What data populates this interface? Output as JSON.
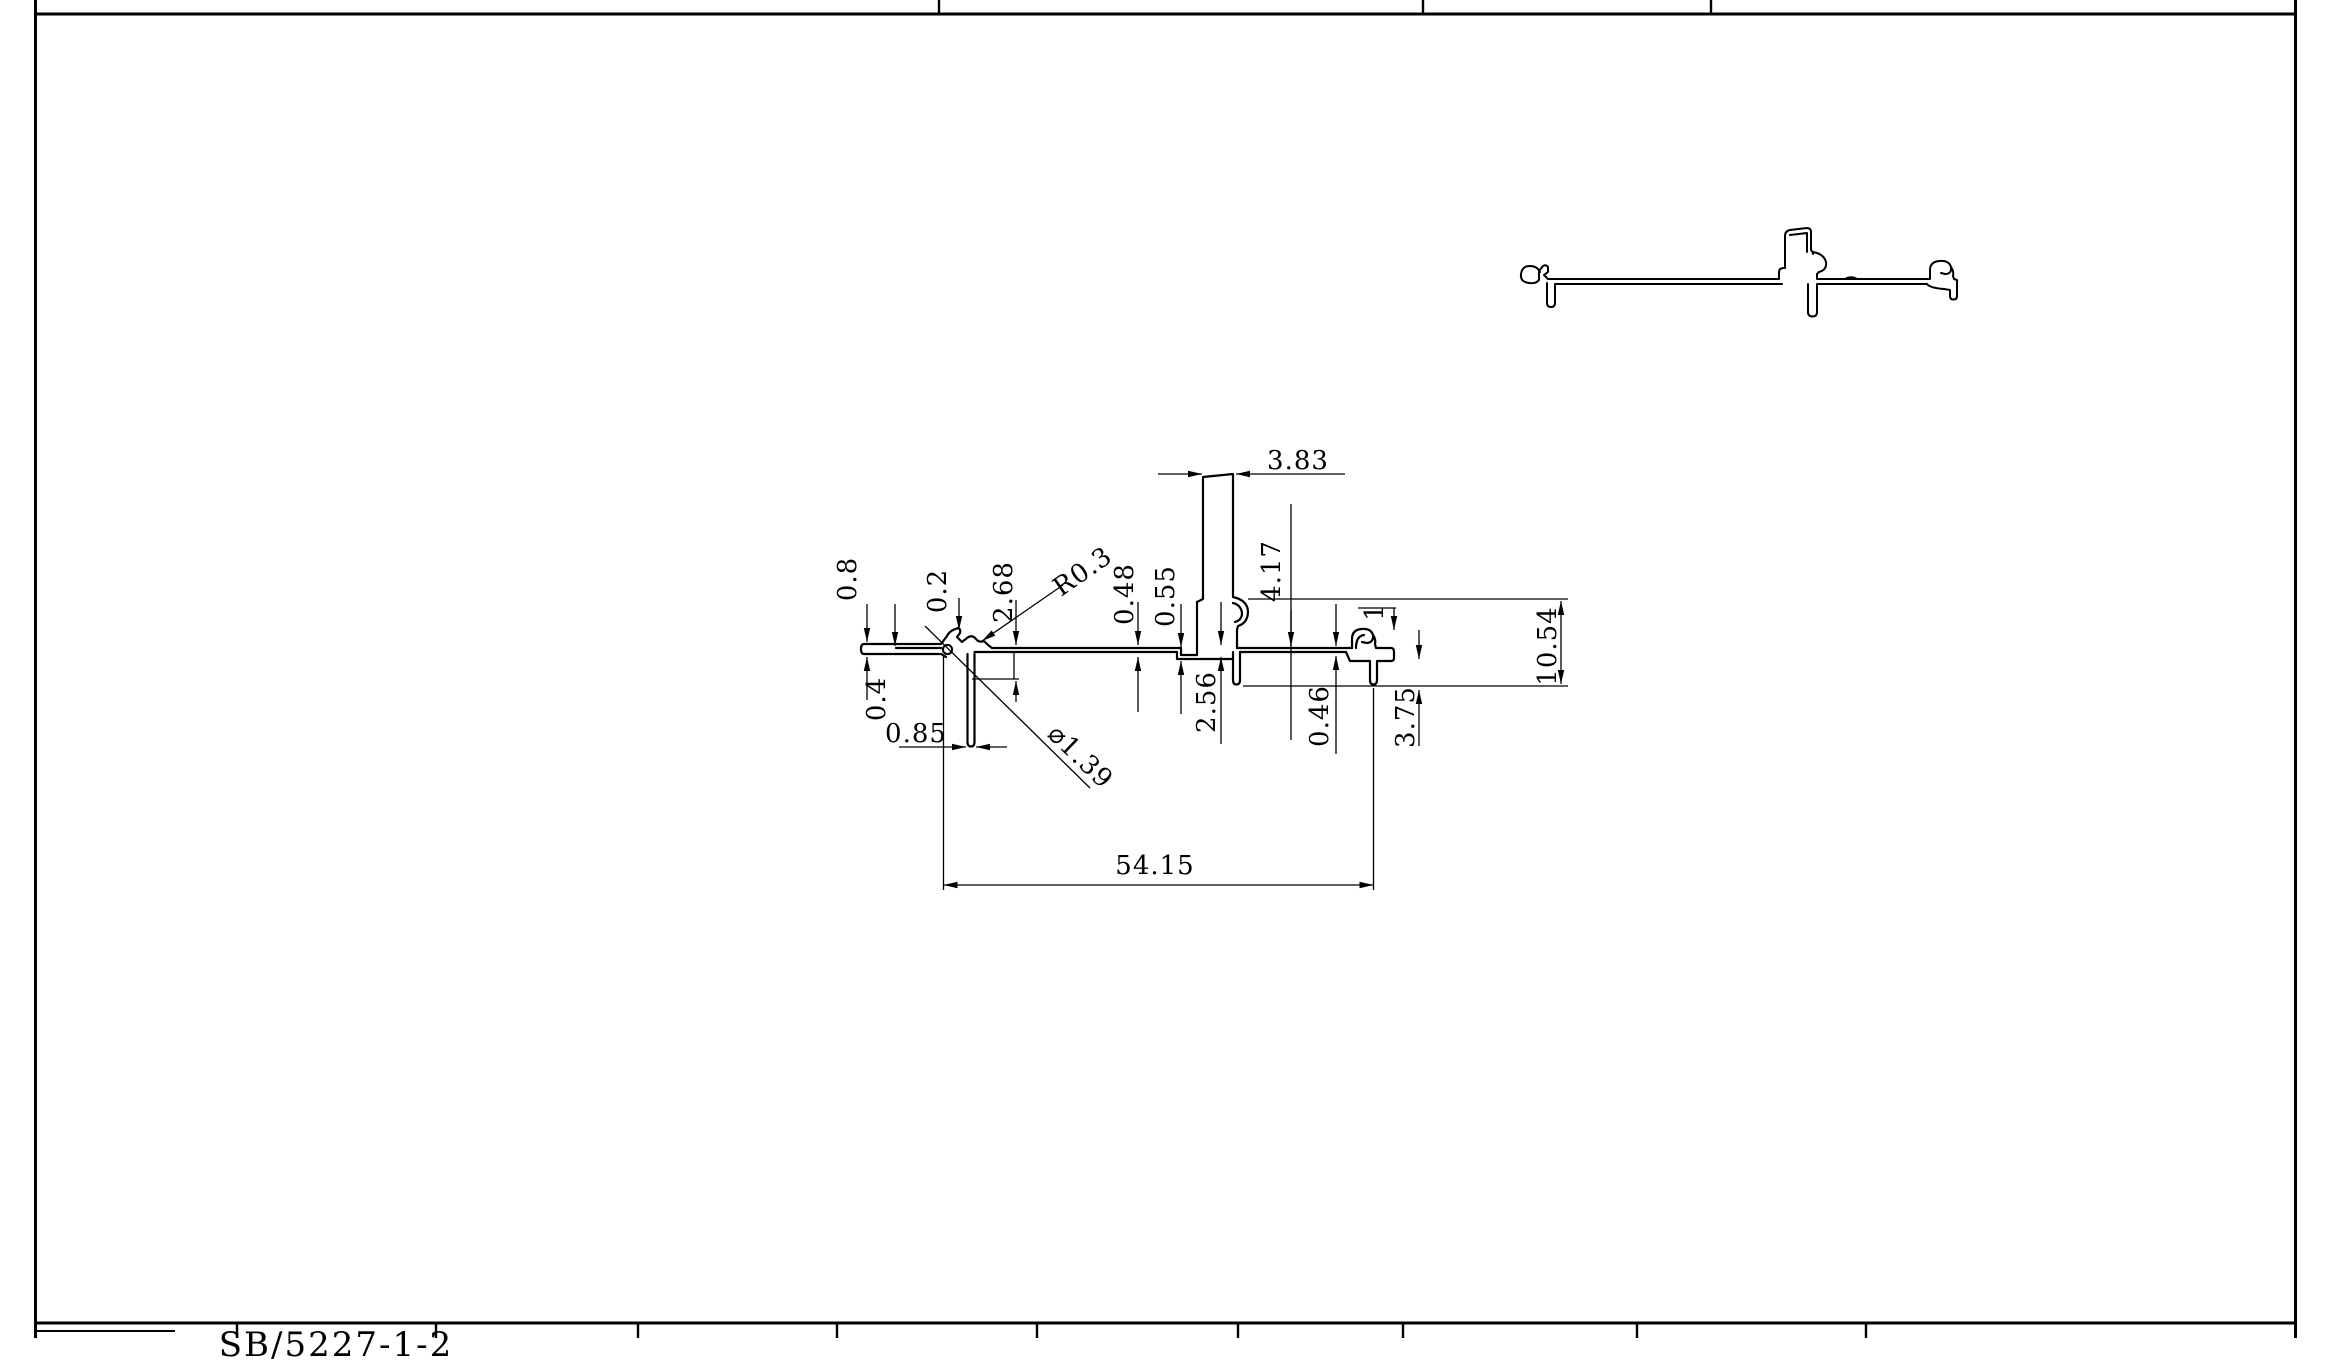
{
  "sheet": {
    "paper_color": "#ffffff",
    "ink_color": "#000000",
    "part_number": "SB/5227-1-2"
  },
  "drawing": {
    "description_labels": {},
    "dimensions": {
      "stem_width": "3.83",
      "lip_height": "0.8",
      "clip_wall": "0.2",
      "clip_depth": "2.68",
      "fillet_radius": "R0.3",
      "step_left": "0.48",
      "step_right": "0.55",
      "head_height": "4.17",
      "hook_gap": "1",
      "overall_height": "10.54",
      "tab_thickness": "0.4",
      "leg_drop": "2.56",
      "wall_thickness": "0.46",
      "right_drop": "3.75",
      "leg_width": "0.85",
      "bead_diameter": "⌀1.39",
      "overall_width": "54.15"
    }
  }
}
